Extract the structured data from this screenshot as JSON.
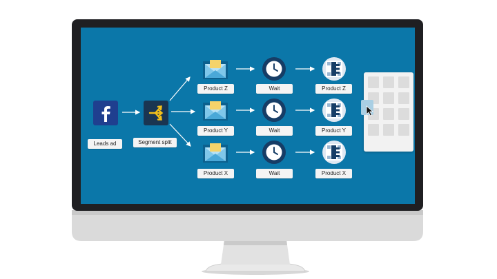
{
  "flow": {
    "trigger": {
      "label": "Leads ad",
      "icon": "facebook-icon",
      "color": "#1f3f8f"
    },
    "split": {
      "label": "Segment split",
      "icon": "segment-split-icon",
      "icon_color": "#f3c01a"
    },
    "branches": [
      {
        "email": "Product Z",
        "wait": "Wait",
        "ad": "Product Z"
      },
      {
        "email": "Product Y",
        "wait": "Wait",
        "ad": "Product Y"
      },
      {
        "email": "Product X",
        "wait": "Wait",
        "ad": "Product X"
      }
    ]
  },
  "colors": {
    "screen": "#0b77a9",
    "bezel": "#1f1f22",
    "node_dark": "#163d66",
    "label_bg": "#f4f4f4",
    "grid_bg": "#f2f2f2"
  },
  "icons": [
    "email-envelope-icon",
    "clock-icon",
    "audience-list-icon",
    "cursor-icon",
    "grid-icon"
  ]
}
